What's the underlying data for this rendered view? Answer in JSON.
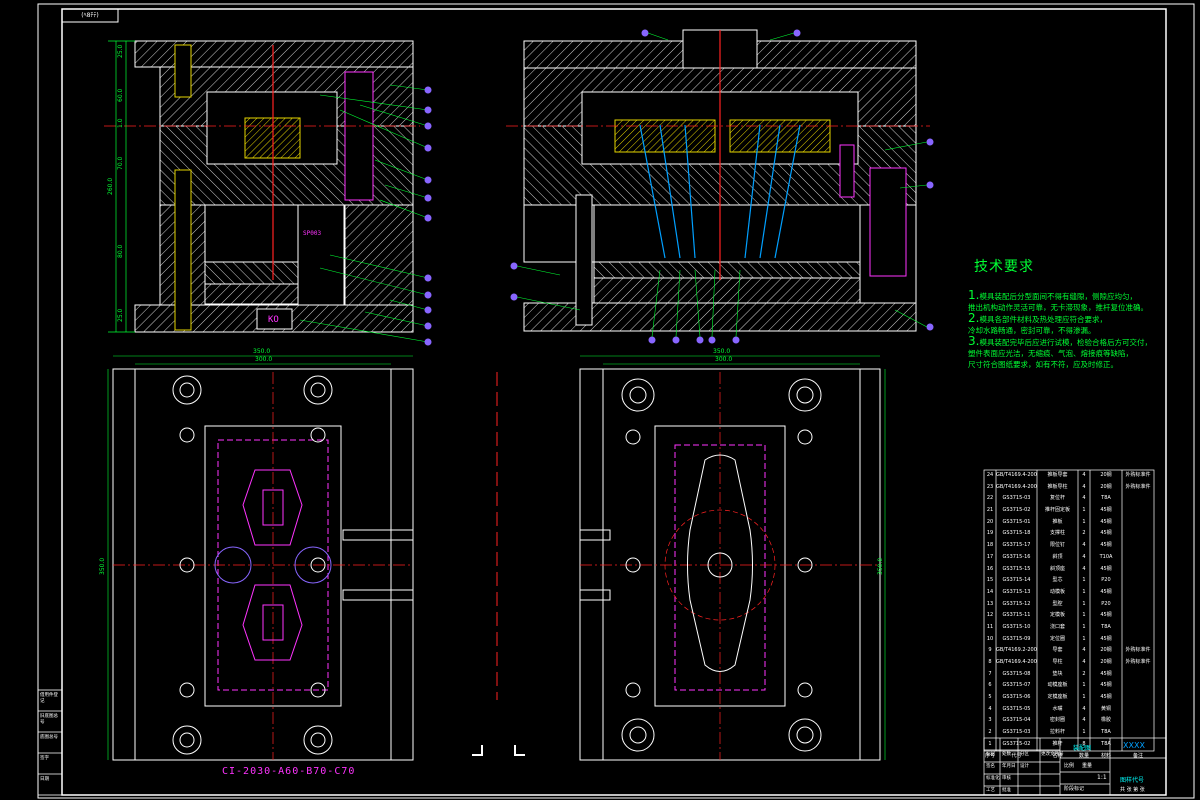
{
  "drawing": {
    "stamp_label": "(ﾍ8ﾁﾃ)",
    "part_label": "KO",
    "sprue_label": "SP003",
    "mold_base_code": "CI-2030-A60-B70-C70",
    "section_mark": "L"
  },
  "technical_requirements": {
    "title": "技术要求",
    "lines": [
      {
        "num": "1.",
        "text": "模具装配后分型面间不得有缝隙，侧隙应均匀，"
      },
      {
        "num": "",
        "text": "推出机构动作灵活可靠，无卡滞现象，推杆复位准确。"
      },
      {
        "num": "2.",
        "text": "模具各部件材料及热处理应符合要求，"
      },
      {
        "num": "",
        "text": "冷却水路畅通，密封可靠，不得渗漏。"
      },
      {
        "num": "3.",
        "text": "模具装配完毕后应进行试模，检验合格后方可交付，"
      },
      {
        "num": "",
        "text": "塑件表面应光洁，无缩痕、气泡、熔接痕等缺陷，"
      },
      {
        "num": "",
        "text": "尺寸符合图纸要求，如有不符，应及时修正。"
      }
    ]
  },
  "bom_rows": [
    [
      "24",
      "GB/T4169.4-2006",
      "推板导套",
      "4",
      "20钢",
      "外购标准件"
    ],
    [
      "23",
      "GB/T4169.4-2006",
      "推板导柱",
      "4",
      "20钢",
      "外购标准件"
    ],
    [
      "22",
      "GS3715-03",
      "复位杆",
      "4",
      "T8A",
      ""
    ],
    [
      "21",
      "GS3715-02",
      "推杆固定板",
      "1",
      "45钢",
      ""
    ],
    [
      "20",
      "GS3715-01",
      "推板",
      "1",
      "45钢",
      ""
    ],
    [
      "19",
      "GS3715-18",
      "支撑柱",
      "2",
      "45钢",
      ""
    ],
    [
      "18",
      "GS3715-17",
      "限位钉",
      "4",
      "45钢",
      ""
    ],
    [
      "17",
      "GS3715-16",
      "斜顶",
      "4",
      "T10A",
      ""
    ],
    [
      "16",
      "GS3715-15",
      "斜顶座",
      "4",
      "45钢",
      ""
    ],
    [
      "15",
      "GS3715-14",
      "型芯",
      "1",
      "P20",
      ""
    ],
    [
      "14",
      "GS3715-13",
      "动模板",
      "1",
      "45钢",
      ""
    ],
    [
      "13",
      "GS3715-12",
      "型腔",
      "1",
      "P20",
      ""
    ],
    [
      "12",
      "GS3715-11",
      "定模板",
      "1",
      "45钢",
      ""
    ],
    [
      "11",
      "GS3715-10",
      "浇口套",
      "1",
      "T8A",
      ""
    ],
    [
      "10",
      "GS3715-09",
      "定位圈",
      "1",
      "45钢",
      ""
    ],
    [
      "9",
      "GB/T4169.2-2006",
      "导套",
      "4",
      "20钢",
      "外购标准件"
    ],
    [
      "8",
      "GB/T4169.4-2006",
      "导柱",
      "4",
      "20钢",
      "外购标准件"
    ],
    [
      "7",
      "GS3715-08",
      "垫块",
      "2",
      "45钢",
      ""
    ],
    [
      "6",
      "GS3715-07",
      "动模座板",
      "1",
      "45钢",
      ""
    ],
    [
      "5",
      "GS3715-06",
      "定模座板",
      "1",
      "45钢",
      ""
    ],
    [
      "4",
      "GS3715-05",
      "水嘴",
      "4",
      "黄铜",
      ""
    ],
    [
      "3",
      "GS3715-04",
      "密封圈",
      "4",
      "橡胶",
      ""
    ],
    [
      "2",
      "GS3715-03",
      "拉料杆",
      "1",
      "T8A",
      ""
    ],
    [
      "1",
      "GS3715-02",
      "推杆",
      "8",
      "T8A",
      ""
    ]
  ],
  "bom_header": [
    "序号",
    "代号",
    "名称",
    "数量",
    "材料",
    "备注"
  ],
  "title_block": {
    "title": "装配图",
    "school": "XXXX",
    "drawing_no": "图样代号",
    "labels": [
      "标记",
      "处数",
      "分区",
      "更改文件号",
      "签名",
      "年月日",
      "设计",
      "标准化",
      "审核",
      "工艺",
      "批准"
    ],
    "scale_label": "比例",
    "weight_label": "重量",
    "stage_label": "阶段标记",
    "sheet_label": "共 张 第 张",
    "scale": "1:1"
  },
  "left_margin_labels": [
    "借用件登记",
    "旧底图总号",
    "底图总号",
    "签字",
    "日期"
  ],
  "dimensions": {
    "plan_overall_width": "350.0",
    "plan_plate_width": "300.0",
    "plan_height": "350.0",
    "section_height": "260.0",
    "layer_1": "25.0",
    "layer_2": "60.0",
    "layer_3": "70.0",
    "layer_4": "80.0",
    "layer_5": "25.0",
    "layer_gap": "1.0"
  },
  "chart_data": {
    "type": "table",
    "title": "",
    "rows": 24
  }
}
